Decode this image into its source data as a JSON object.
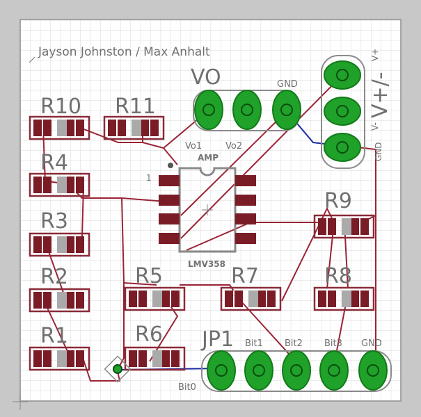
{
  "credit": "Jayson Johnston / Max Anhalt",
  "ic": {
    "name": "LMV358",
    "value": "AMP",
    "pin1_mark": "1"
  },
  "resistors": [
    "R10",
    "R11",
    "R4",
    "R3",
    "R2",
    "R1",
    "R5",
    "R6",
    "R7",
    "R8",
    "R9"
  ],
  "vo_header": {
    "title": "VO",
    "pins": [
      "Vo1",
      "Vo2",
      "GND"
    ]
  },
  "power_header": {
    "title": "V+/-",
    "pins": [
      "V+",
      "V-",
      "GND"
    ]
  },
  "jp1_header": {
    "title": "JP1",
    "pins": [
      "Bit0",
      "Bit1",
      "Bit2",
      "Bit3",
      "GND"
    ]
  },
  "colors": {
    "trace": "#9b2335",
    "pad": "#1fa12a",
    "grid": "#dcdcdc",
    "outline": "#8a8a8a",
    "wire": "#1a2aa8"
  }
}
